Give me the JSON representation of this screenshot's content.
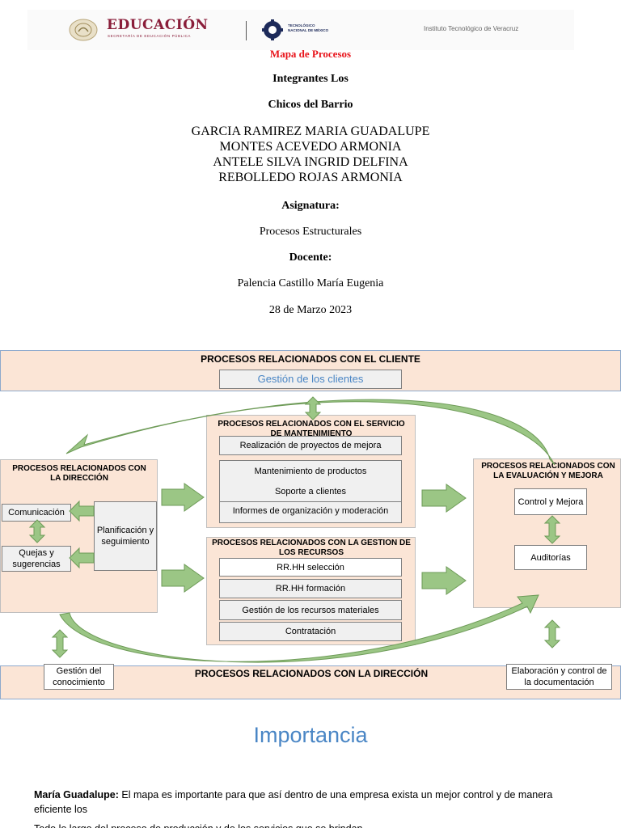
{
  "header": {
    "education_logo": "EDUCACIÓN",
    "education_subtitle": "SECRETARÍA DE EDUCACIÓN PÚBLICA",
    "tecnm_line1": "TECNOLÓGICO",
    "tecnm_line2": "NACIONAL DE MÉXICO",
    "institute": "Instituto Tecnológico de Veracruz"
  },
  "cover": {
    "doc_title": "Mapa de Procesos",
    "team_label": "Integrantes Los",
    "team_name": "Chicos del Barrio",
    "members": [
      "GARCIA RAMIREZ MARIA GUADALUPE",
      "MONTES ACEVEDO ARMONIA",
      "ANTELE SILVA INGRID DELFINA",
      "REBOLLEDO ROJAS ARMONIA"
    ],
    "subject_label": "Asignatura:",
    "subject": "Procesos Estructurales",
    "teacher_label": "Docente:",
    "teacher": "Palencia Castillo María Eugenia",
    "date": "28 de Marzo 2023"
  },
  "diagram": {
    "client": {
      "title": "PROCESOS RELACIONADOS CON EL CLIENTE",
      "item": "Gestión de los clientes"
    },
    "direction_left": {
      "title": "PROCESOS RELACIONADOS CON LA DIRECCIÓN",
      "communication": "Comunicación",
      "complaints": "Quejas y sugerencias",
      "planning": "Planificación y seguimiento"
    },
    "maintenance": {
      "title": "PROCESOS RELACIONADOS CON EL SERVICIO DE MANTENIMIENTO",
      "item1": "Realización de proyectos de mejora",
      "item2": "Mantenimiento de productos",
      "item3": "Soporte a clientes",
      "item4": "Informes de organización y moderación"
    },
    "resources": {
      "title": "PROCESOS RELACIONADOS CON LA GESTION DE LOS RECURSOS",
      "items": [
        "RR.HH selección",
        "RR.HH formación",
        "Gestión de los recursos materiales",
        "Contratación"
      ]
    },
    "evaluation": {
      "title": "PROCESOS RELACIONADOS CON LA EVALUACIÓN Y MEJORA",
      "control": "Control y Mejora",
      "audits": "Auditorías"
    },
    "direction_bottom": {
      "title": "PROCESOS RELACIONADOS CON LA DIRECCIÓN",
      "knowledge": "Gestión del conocimiento",
      "documentation": "Elaboración y control de la documentación"
    },
    "colors": {
      "box_fill": "#fbe5d6",
      "arrow_fill": "#9bc685",
      "arrow_stroke": "#6e9b58"
    }
  },
  "importance": {
    "heading": "Importancia",
    "author": "María Guadalupe:",
    "text": " El mapa es importante para que así dentro de una empresa  exista un mejor control y de manera eficiente los",
    "next_line": "Todo lo largo del proceso de producción y de los servicios que se brindan."
  }
}
